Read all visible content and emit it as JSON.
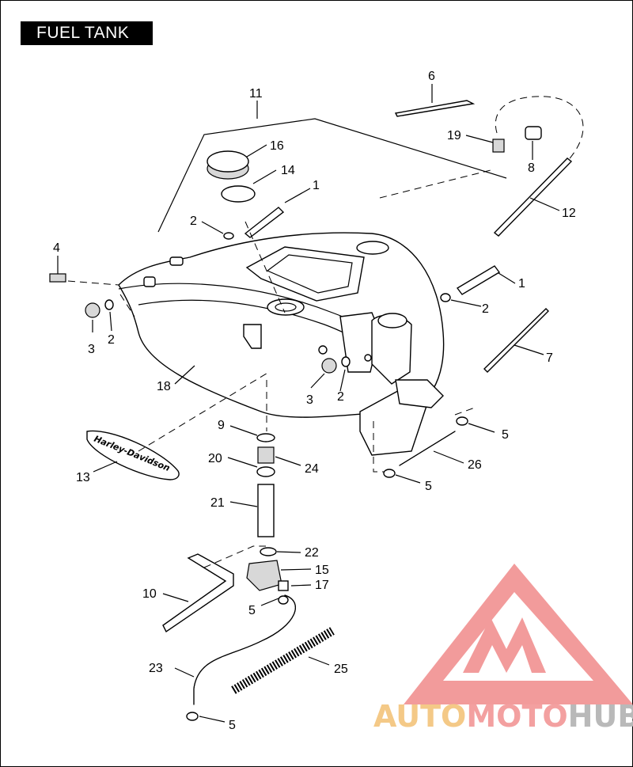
{
  "page": {
    "title": "FUEL TANK"
  },
  "emblem_text": "Harley-Davidson",
  "callouts": [
    {
      "id": "c1a",
      "label": "1"
    },
    {
      "id": "c1b",
      "label": "1"
    },
    {
      "id": "c2a",
      "label": "2"
    },
    {
      "id": "c2b",
      "label": "2"
    },
    {
      "id": "c2c",
      "label": "2"
    },
    {
      "id": "c2d",
      "label": "2"
    },
    {
      "id": "c3a",
      "label": "3"
    },
    {
      "id": "c3b",
      "label": "3"
    },
    {
      "id": "c4",
      "label": "4"
    },
    {
      "id": "c5a",
      "label": "5"
    },
    {
      "id": "c5b",
      "label": "5"
    },
    {
      "id": "c5c",
      "label": "5"
    },
    {
      "id": "c5d",
      "label": "5"
    },
    {
      "id": "c6",
      "label": "6"
    },
    {
      "id": "c7",
      "label": "7"
    },
    {
      "id": "c8",
      "label": "8"
    },
    {
      "id": "c9",
      "label": "9"
    },
    {
      "id": "c10",
      "label": "10"
    },
    {
      "id": "c11",
      "label": "11"
    },
    {
      "id": "c12",
      "label": "12"
    },
    {
      "id": "c13",
      "label": "13"
    },
    {
      "id": "c14",
      "label": "14"
    },
    {
      "id": "c15",
      "label": "15"
    },
    {
      "id": "c16",
      "label": "16"
    },
    {
      "id": "c17",
      "label": "17"
    },
    {
      "id": "c18",
      "label": "18"
    },
    {
      "id": "c19",
      "label": "19"
    },
    {
      "id": "c20",
      "label": "20"
    },
    {
      "id": "c21",
      "label": "21"
    },
    {
      "id": "c22",
      "label": "22"
    },
    {
      "id": "c23",
      "label": "23"
    },
    {
      "id": "c24",
      "label": "24"
    },
    {
      "id": "c25",
      "label": "25"
    },
    {
      "id": "c26",
      "label": "26"
    }
  ],
  "watermark": {
    "part1": "AUTO",
    "part2": "MOTO",
    "part3": "HUB",
    "color1": "#f4c987",
    "color2": "#f3a0a0",
    "color3": "#b9b9b9",
    "logo_color": "#f08a8a"
  }
}
